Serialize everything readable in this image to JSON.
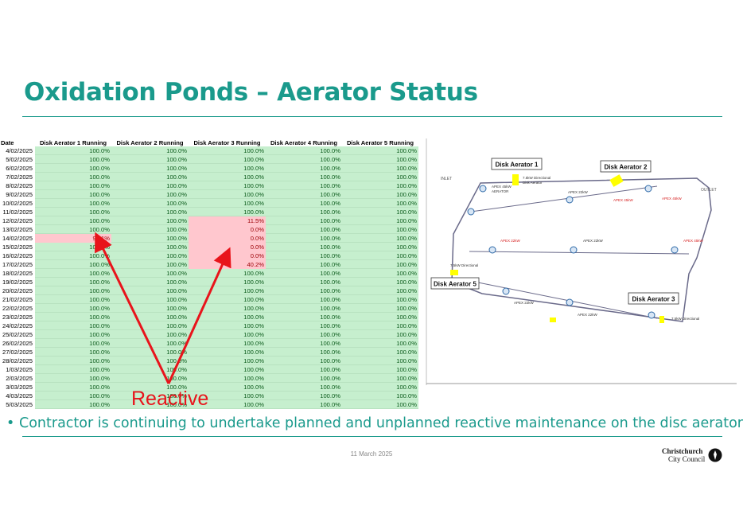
{
  "slide": {
    "title": "Oxidation Ponds – Aerator Status",
    "annotation": "Reactive",
    "bullet": "Contractor is continuing to undertake planned and unplanned reactive maintenance on the disc aerators",
    "footer_date": "11 March 2025",
    "logo": {
      "line1": "Christchurch",
      "line2": "City Council"
    }
  },
  "table": {
    "columns": [
      "Date",
      "Disk Aerator 1 Running",
      "Disk Aerator 2 Running",
      "Disk Aerator 3 Running",
      "Disk Aerator 4 Running",
      "Disk Aerator 5 Running"
    ],
    "rows": [
      [
        "4/02/2025",
        "100.0%",
        "100.0%",
        "100.0%",
        "100.0%",
        "100.0%"
      ],
      [
        "5/02/2025",
        "100.0%",
        "100.0%",
        "100.0%",
        "100.0%",
        "100.0%"
      ],
      [
        "6/02/2025",
        "100.0%",
        "100.0%",
        "100.0%",
        "100.0%",
        "100.0%"
      ],
      [
        "7/02/2025",
        "100.0%",
        "100.0%",
        "100.0%",
        "100.0%",
        "100.0%"
      ],
      [
        "8/02/2025",
        "100.0%",
        "100.0%",
        "100.0%",
        "100.0%",
        "100.0%"
      ],
      [
        "9/02/2025",
        "100.0%",
        "100.0%",
        "100.0%",
        "100.0%",
        "100.0%"
      ],
      [
        "10/02/2025",
        "100.0%",
        "100.0%",
        "100.0%",
        "100.0%",
        "100.0%"
      ],
      [
        "11/02/2025",
        "100.0%",
        "100.0%",
        "100.0%",
        "100.0%",
        "100.0%"
      ],
      [
        "12/02/2025",
        "100.0%",
        "100.0%",
        "11.5%",
        "100.0%",
        "100.0%"
      ],
      [
        "13/02/2025",
        "100.0%",
        "100.0%",
        "0.0%",
        "100.0%",
        "100.0%"
      ],
      [
        "14/02/2025",
        "98.1%",
        "100.0%",
        "0.0%",
        "100.0%",
        "100.0%"
      ],
      [
        "15/02/2025",
        "100.0%",
        "100.0%",
        "0.0%",
        "100.0%",
        "100.0%"
      ],
      [
        "16/02/2025",
        "100.0%",
        "100.0%",
        "0.0%",
        "100.0%",
        "100.0%"
      ],
      [
        "17/02/2025",
        "100.0%",
        "100.0%",
        "40.2%",
        "100.0%",
        "100.0%"
      ],
      [
        "18/02/2025",
        "100.0%",
        "100.0%",
        "100.0%",
        "100.0%",
        "100.0%"
      ],
      [
        "19/02/2025",
        "100.0%",
        "100.0%",
        "100.0%",
        "100.0%",
        "100.0%"
      ],
      [
        "20/02/2025",
        "100.0%",
        "100.0%",
        "100.0%",
        "100.0%",
        "100.0%"
      ],
      [
        "21/02/2025",
        "100.0%",
        "100.0%",
        "100.0%",
        "100.0%",
        "100.0%"
      ],
      [
        "22/02/2025",
        "100.0%",
        "100.0%",
        "100.0%",
        "100.0%",
        "100.0%"
      ],
      [
        "23/02/2025",
        "100.0%",
        "100.0%",
        "100.0%",
        "100.0%",
        "100.0%"
      ],
      [
        "24/02/2025",
        "100.0%",
        "100.0%",
        "100.0%",
        "100.0%",
        "100.0%"
      ],
      [
        "25/02/2025",
        "100.0%",
        "100.0%",
        "100.0%",
        "100.0%",
        "100.0%"
      ],
      [
        "26/02/2025",
        "100.0%",
        "100.0%",
        "100.0%",
        "100.0%",
        "100.0%"
      ],
      [
        "27/02/2025",
        "100.0%",
        "100.0%",
        "100.0%",
        "100.0%",
        "100.0%"
      ],
      [
        "28/02/2025",
        "100.0%",
        "100.0%",
        "100.0%",
        "100.0%",
        "100.0%"
      ],
      [
        "1/03/2025",
        "100.0%",
        "100.0%",
        "100.0%",
        "100.0%",
        "100.0%"
      ],
      [
        "2/03/2025",
        "100.0%",
        "100.0%",
        "100.0%",
        "100.0%",
        "100.0%"
      ],
      [
        "3/03/2025",
        "100.0%",
        "100.0%",
        "100.0%",
        "100.0%",
        "100.0%"
      ],
      [
        "4/03/2025",
        "100.0%",
        "100.0%",
        "100.0%",
        "100.0%",
        "100.0%"
      ],
      [
        "5/03/2025",
        "100.0%",
        "100.0%",
        "100.0%",
        "100.0%",
        "100.0%"
      ]
    ]
  },
  "map": {
    "labels": {
      "aerator1": "Disk Aerator 1",
      "aerator2": "Disk Aerator 2",
      "aerator3": "Disk Aerator 3",
      "aerator5": "Disk Aerator 5",
      "inlet": "INLET",
      "outlet": "OUTLET",
      "directional_a": "7.5kW Directional",
      "directional_b": "Disk Aerator",
      "apex45": "APEX 45kW",
      "apex22": "APEX 22kW",
      "aerator_word": "AERATOR"
    }
  },
  "colors": {
    "teal": "#1a9a8c",
    "ok_fill": "#c6efce",
    "bad_fill": "#ffc7ce",
    "arrow_red": "#e8141b"
  }
}
